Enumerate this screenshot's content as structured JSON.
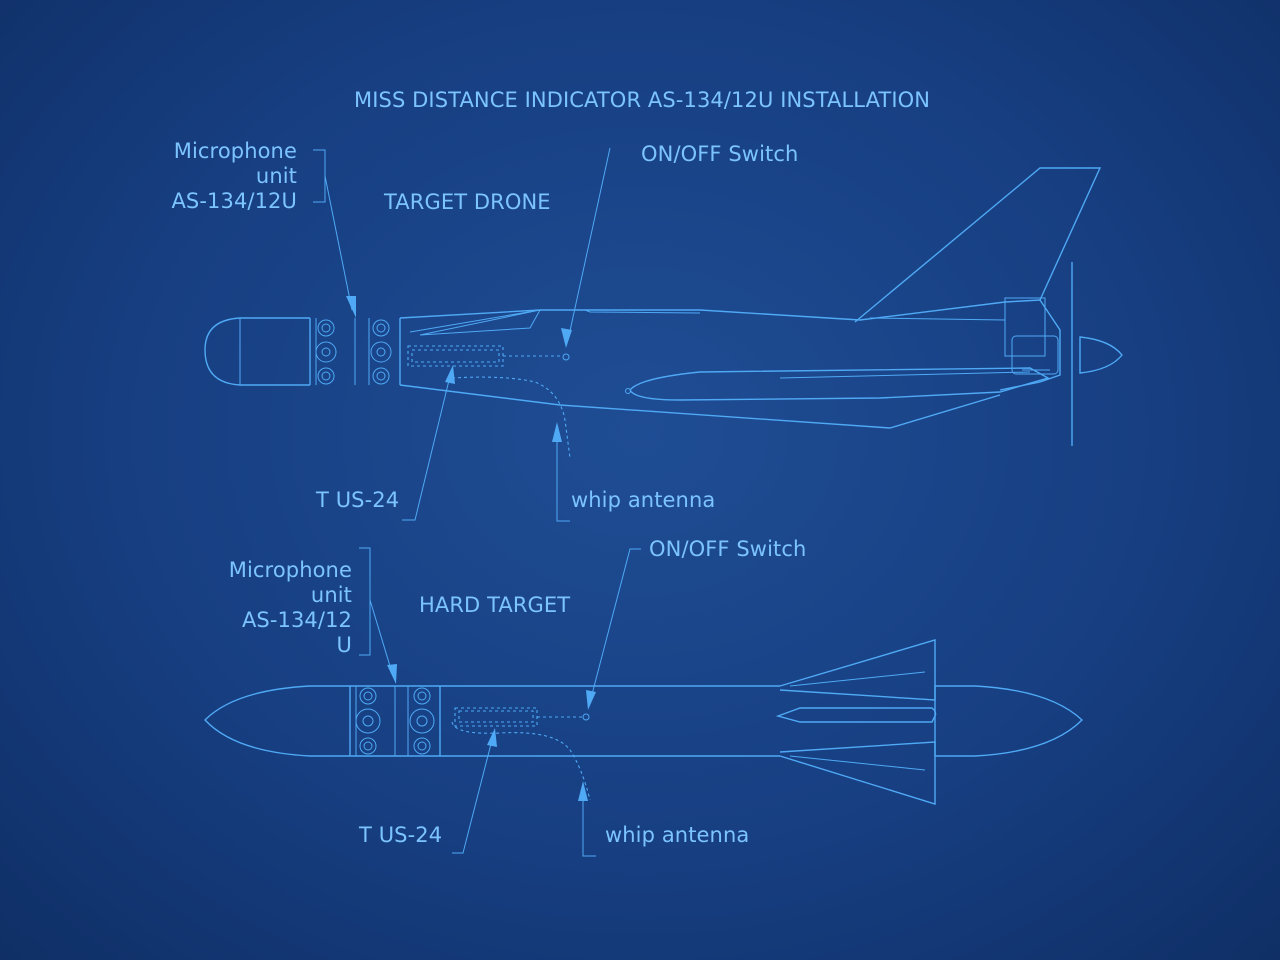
{
  "title": "MISS DISTANCE INDICATOR  AS-134/12U INSTALLATION",
  "drone": {
    "heading": "TARGET DRONE",
    "microphone_lines": [
      "Microphone",
      "unit",
      "AS-134/12U"
    ],
    "switch_label": "ON/OFF Switch",
    "tus_label": "T US-24",
    "antenna_label": "whip antenna"
  },
  "hard": {
    "heading": "HARD TARGET",
    "microphone_lines": [
      "Microphone",
      "unit",
      "AS-134/12",
      "U"
    ],
    "switch_label": "ON/OFF Switch",
    "tus_label": "T US-24",
    "antenna_label": "whip antenna"
  },
  "colors": {
    "line": "#4fa9f5",
    "text": "#7cc4ff",
    "background": "#173f82"
  }
}
